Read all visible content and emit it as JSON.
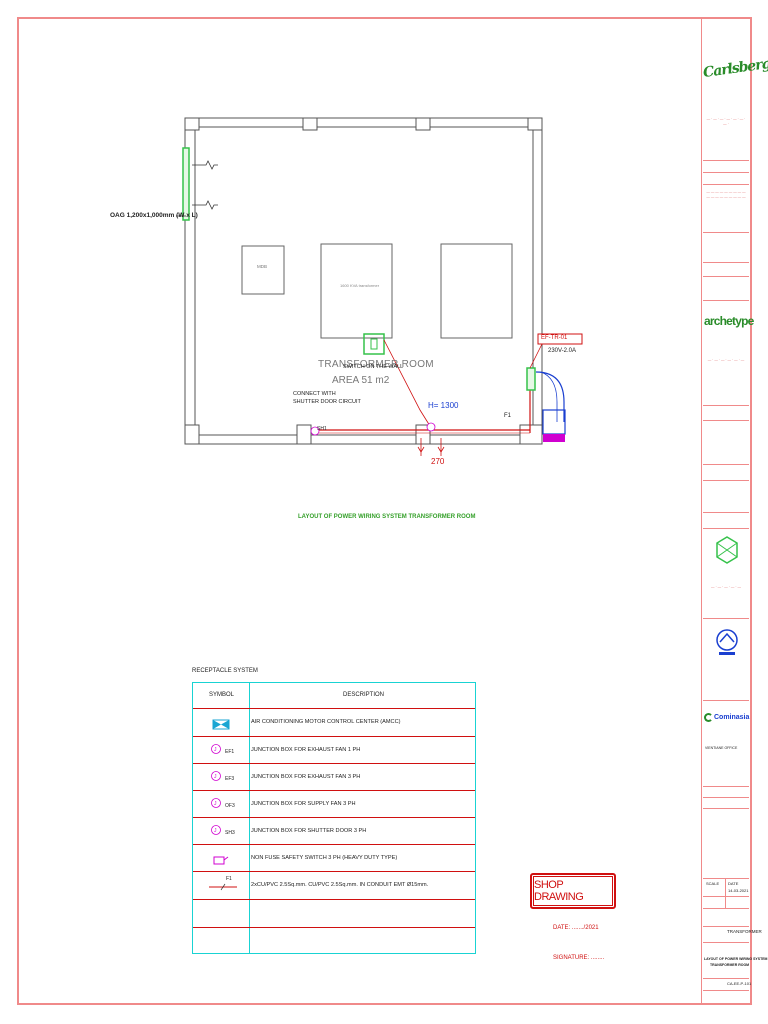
{
  "drawing": {
    "oag_label": "OAG 1,200x1,000mm (W x L)",
    "mdb_label": "MDB",
    "transformer_label": "1600 KVA transformer",
    "room_name": "TRANSFORMER ROOM",
    "room_area": "AREA 51 m2",
    "switch_note": "SWITCH ON THE WALL",
    "connect_note_1": "CONNECT WITH",
    "connect_note_2": "SHUTTER DOOR CIRCUIT",
    "sh_tag": "SH1",
    "height_label": "H= 1300",
    "wire_label": "F1",
    "dim_270": "270",
    "ef_tag": "EF-TR-01",
    "ef_rating": "230V-2.0A",
    "drawing_title": "LAYOUT OF POWER WIRING SYSTEM TRANSFORMER ROOM"
  },
  "legend": {
    "title": "RECEPTACLE SYSTEM",
    "header_symbol": "SYMBOL",
    "header_description": "DESCRIPTION",
    "rows": [
      {
        "symbol": "amcc-symbol",
        "tag": "",
        "description": "AIR CONDITIONING MOTOR CONTROL CENTER (AMCC)"
      },
      {
        "symbol": "junction-box-symbol",
        "tag": "EF1",
        "description": "JUNCTION BOX FOR EXHAUST FAN 1 PH"
      },
      {
        "symbol": "junction-box-symbol",
        "tag": "EF3",
        "description": "JUNCTION BOX FOR EXHAUST FAN 3 PH"
      },
      {
        "symbol": "junction-box-symbol",
        "tag": "OF3",
        "description": "JUNCTION BOX FOR SUPPLY FAN 3 PH"
      },
      {
        "symbol": "junction-box-symbol",
        "tag": "SH3",
        "description": "JUNCTION BOX FOR SHUTTER DOOR 3 PH"
      },
      {
        "symbol": "safety-switch-symbol",
        "tag": "",
        "description": "NON FUSE SAFETY SWITCH 3 PH (HEAVY DUTY TYPE)"
      },
      {
        "symbol": "wire-symbol",
        "tag": "F1",
        "description": "2xCU/PVC 2.5Sq.mm. CU/PVC 2.5Sq.mm. IN CONDUIT EMT Ø15mm."
      }
    ]
  },
  "stamp": {
    "label": "SHOP DRAWING",
    "date_line": "DATE: ......./2021",
    "sign_line": "SIGNATURE: ........"
  },
  "title_block": {
    "client_logo_text": "Carlsberg",
    "architect_logo_text": "archetype",
    "contractor_logo_text": "Cominasia",
    "contractor_office": "VIENTIANE OFFICE",
    "scale_label": "SCALE",
    "date_label": "DATE",
    "date_value": "14-03-2021",
    "section_label": "TRANSFORMER",
    "drawing_title_1": "LAYOUT OF POWER WIRING SYSTEM",
    "drawing_title_2": "TRANSFORMER ROOM",
    "drawing_no": "CA-EE-P-101"
  },
  "colors": {
    "border": "#f08a8a",
    "red": "#d01010",
    "cyan": "#19d3d3",
    "green": "#35c24a",
    "magenta": "#d000d0",
    "blue": "#1a3fd0"
  }
}
